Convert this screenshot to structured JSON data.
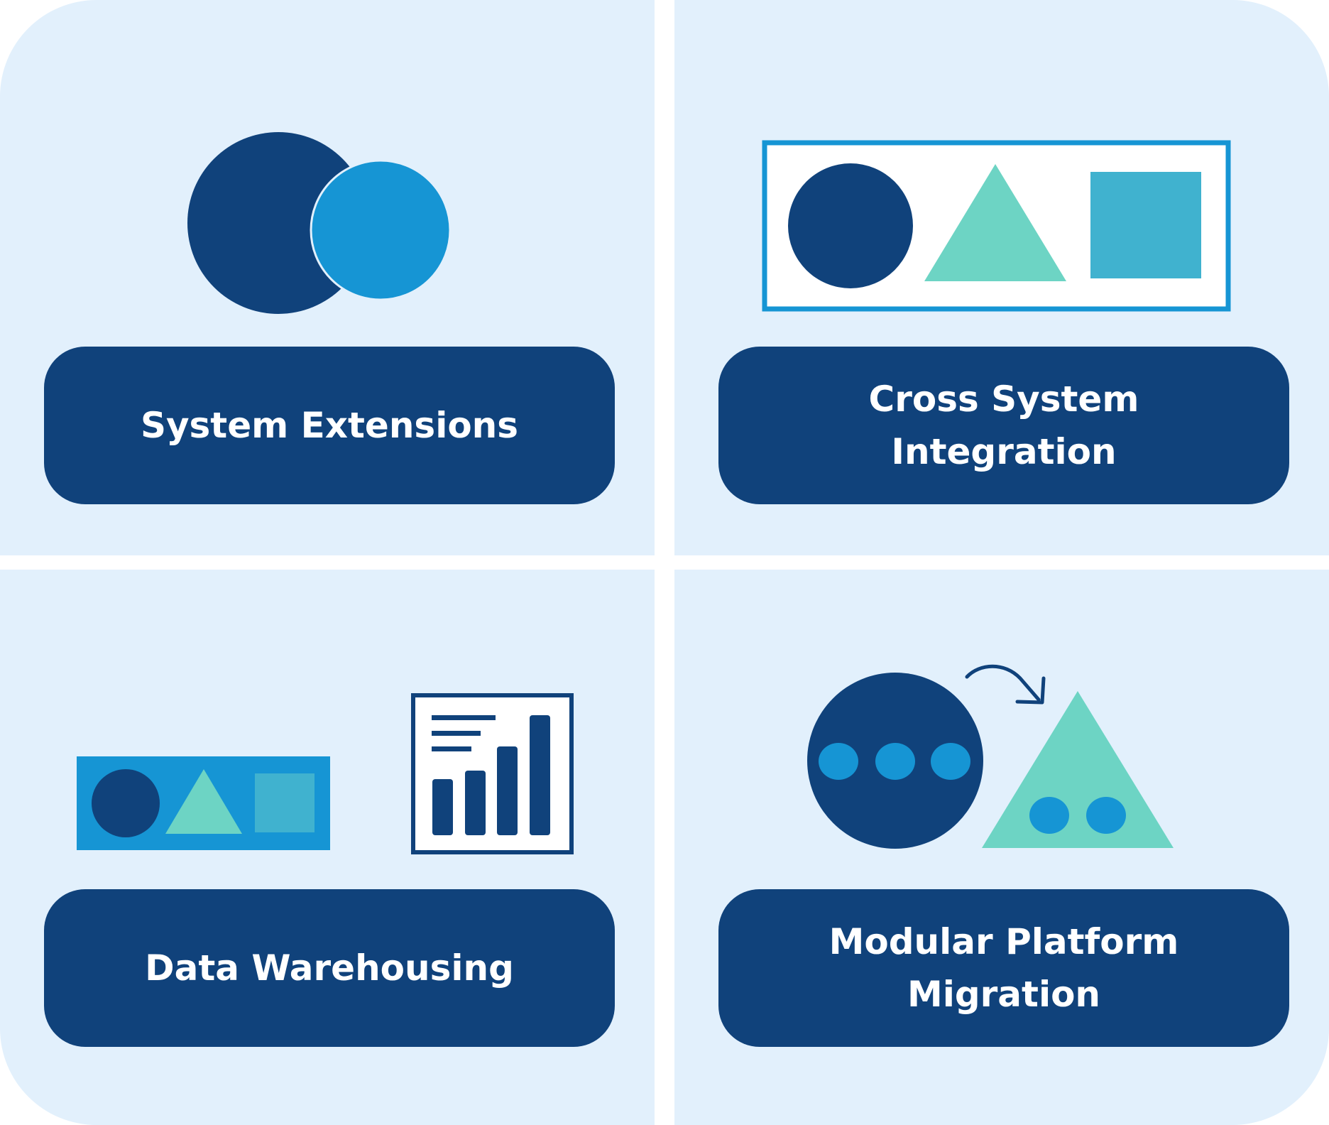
{
  "colors": {
    "background": "#e2f0fc",
    "navy": "#10427b",
    "blue": "#1695d4",
    "mint": "#6dd4c4",
    "teal": "#40b2cf",
    "white": "#ffffff"
  },
  "cards": [
    {
      "label": "System Extensions",
      "icon": "overlapping-circles-icon"
    },
    {
      "label": "Cross System Integration",
      "icon": "circle-triangle-square-panel-icon"
    },
    {
      "label": "Data Warehousing",
      "icon": "shapes-panel-and-bar-report-icon"
    },
    {
      "label": "Modular Platform Migration",
      "icon": "circle-to-triangle-migration-icon"
    }
  ]
}
